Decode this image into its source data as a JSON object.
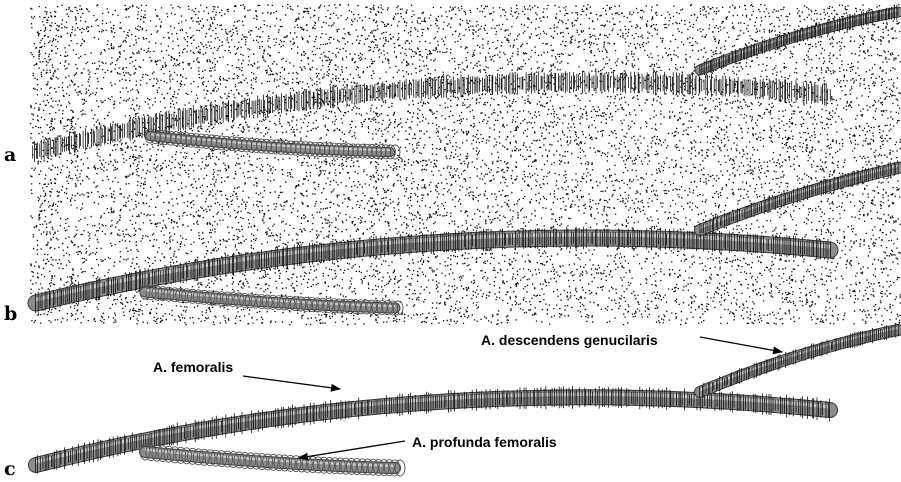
{
  "panels": [
    {
      "letter": "a"
    },
    {
      "letter": "b"
    },
    {
      "letter": "c"
    }
  ],
  "annotations": {
    "femoralis": "A. femoralis",
    "descendens": "A. descendens genucilaris",
    "profunda": "A. profunda femoralis"
  },
  "colors": {
    "background": "#ffffff",
    "noise": "#000000",
    "vessel_fill": "#8c8c8c",
    "vessel_edge": "#3a3a3a",
    "ring": "#555555"
  }
}
